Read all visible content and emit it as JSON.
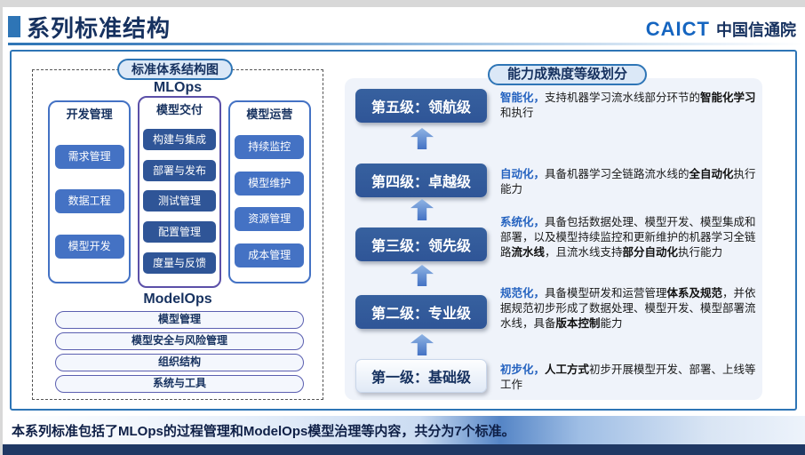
{
  "header": {
    "title": "系列标准结构",
    "logo_caict": "CAICT",
    "logo_cn": "中国信通院"
  },
  "left_panel": {
    "badge": "标准体系结构图",
    "mlops_title": "MLOps",
    "columns": [
      {
        "title": "开发管理",
        "items": [
          "需求管理",
          "数据工程",
          "模型开发"
        ]
      },
      {
        "title": "模型交付",
        "items": [
          "构建与集成",
          "部署与发布",
          "测试管理",
          "配置管理",
          "度量与反馈"
        ]
      },
      {
        "title": "模型运营",
        "items": [
          "持续监控",
          "模型维护",
          "资源管理",
          "成本管理"
        ]
      }
    ],
    "modelops_title": "ModelOps",
    "modelops_items": [
      "模型管理",
      "模型安全与风险管理",
      "组织结构",
      "系统与工具"
    ]
  },
  "right_panel": {
    "badge": "能力成熟度等级划分",
    "levels": [
      {
        "label": "第五级：领航级",
        "variant": "dark",
        "desc": [
          {
            "t": "智能化，",
            "s": "kw"
          },
          {
            "t": "支持机器学习流水线部分环节的",
            "s": "n"
          },
          {
            "t": "智能化学习",
            "s": "b"
          },
          {
            "t": "和执行",
            "s": "n"
          }
        ]
      },
      {
        "label": "第四级：卓越级",
        "variant": "dark",
        "desc": [
          {
            "t": "自动化，",
            "s": "kw"
          },
          {
            "t": "具备机器学习全链路流水线的",
            "s": "n"
          },
          {
            "t": "全自动化",
            "s": "b"
          },
          {
            "t": "执行能力",
            "s": "n"
          }
        ]
      },
      {
        "label": "第三级：领先级",
        "variant": "dark",
        "desc": [
          {
            "t": "系统化，",
            "s": "kw"
          },
          {
            "t": "具备包括数据处理、模型开发、模型集成和部署，以及模型持续监控和更新维护的机器学习全链路",
            "s": "n"
          },
          {
            "t": "流水线",
            "s": "b"
          },
          {
            "t": "，且流水线支持",
            "s": "n"
          },
          {
            "t": "部分自动化",
            "s": "b"
          },
          {
            "t": "执行能力",
            "s": "n"
          }
        ]
      },
      {
        "label": "第二级：专业级",
        "variant": "dark",
        "desc": [
          {
            "t": "规范化，",
            "s": "kw"
          },
          {
            "t": "具备模型研发和运营管理",
            "s": "n"
          },
          {
            "t": "体系及规范",
            "s": "b"
          },
          {
            "t": "，并依据规范初步形成了数据处理、模型开发、模型部署流水线，具备",
            "s": "n"
          },
          {
            "t": "版本控制",
            "s": "b"
          },
          {
            "t": "能力",
            "s": "n"
          }
        ]
      },
      {
        "label": "第一级：基础级",
        "variant": "light",
        "desc": [
          {
            "t": "初步化，",
            "s": "kw"
          },
          {
            "t": "人工方式",
            "s": "b"
          },
          {
            "t": "初步开展模型开发、部署、上线等工作",
            "s": "n"
          }
        ]
      }
    ]
  },
  "footer": {
    "text": "本系列标准包括了MLOps的过程管理和ModelOps模型治理等内容，共分为7个标准。"
  },
  "colors": {
    "accent": "#2E75B6",
    "navy": "#16315F",
    "button_blue": "#4472C4",
    "button_dark": "#2F5597",
    "keyword_blue": "#2563C0",
    "bottom_bar": "#1F3864"
  }
}
